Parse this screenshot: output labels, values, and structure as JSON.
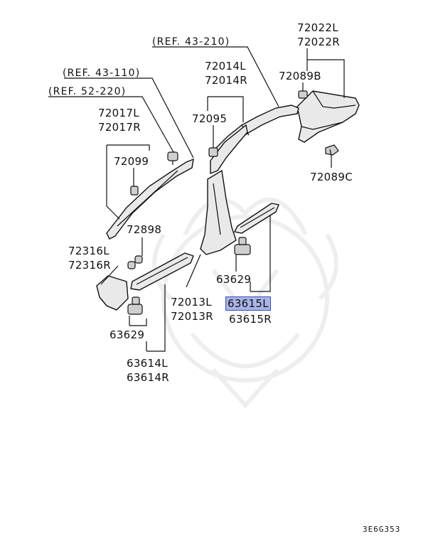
{
  "labels": {
    "ref_43_210": "(REF. 43-210)",
    "ref_43_110": "(REF. 43-110)",
    "ref_52_220": "(REF. 52-220)",
    "p72022L": "72022L",
    "p72022R": "72022R",
    "p72089B": "72089B",
    "p72089C": "72089C",
    "p72014L": "72014L",
    "p72014R": "72014R",
    "p72095": "72095",
    "p72017L": "72017L",
    "p72017R": "72017R",
    "p72099": "72099",
    "p72898": "72898",
    "p72316L": "72316L",
    "p72316R": "72316R",
    "p63629a": "63629",
    "p63629b": "63629",
    "p72013L": "72013L",
    "p72013R": "72013R",
    "p63615L": "63615L",
    "p63615R": "63615R",
    "p63614L": "63614L",
    "p63614R": "63614R"
  },
  "highlight_color": "#a9b4e8",
  "diagram_code": "3E6G353"
}
